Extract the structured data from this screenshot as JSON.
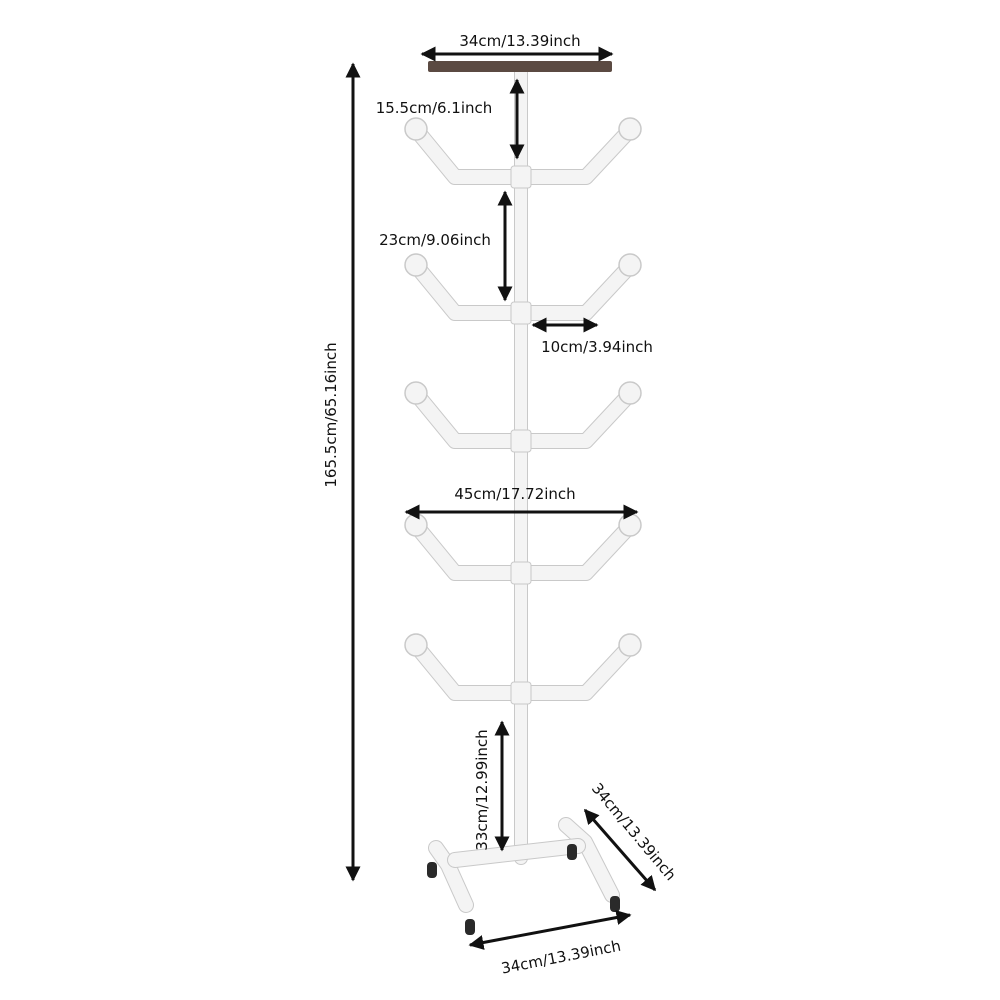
{
  "dimensions": {
    "top_diameter": "34cm/13.39inch",
    "top_to_first_tier": "15.5cm/6.1inch",
    "tier_spacing": "23cm/9.06inch",
    "arm_length": "10cm/3.94inch",
    "total_height": "165.5cm/65.16inch",
    "total_width": "45cm/17.72inch",
    "base_to_last_tier": "33cm/12.99inch",
    "base_depth": "34cm/13.39inch",
    "base_width": "34cm/13.39inch"
  },
  "colors": {
    "pipe": "#f4f4f4",
    "pipe_edge": "#c9c9c9",
    "top": "#5b4a42",
    "arrow": "#111111",
    "wheel": "#2a2a2a"
  },
  "tier_count": 5
}
